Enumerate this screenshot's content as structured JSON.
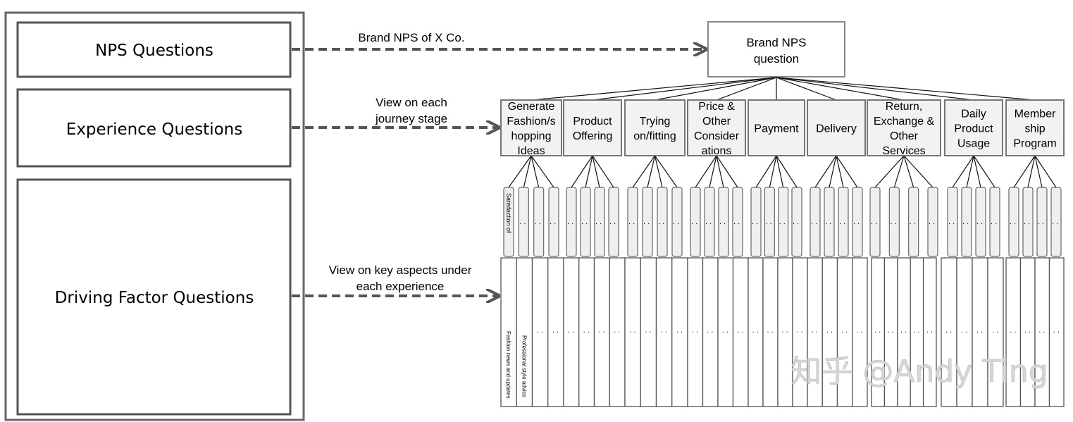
{
  "left_panel": {
    "nps_label": "NPS Questions",
    "experience_label": "Experience Questions",
    "driving_label": "Driving Factor Questions"
  },
  "arrows": {
    "nps_arrow_label": "Brand NPS of X Co.",
    "experience_arrow_label": [
      "View on each",
      "journey stage"
    ],
    "driving_arrow_label": [
      "View on key aspects under",
      "each experience"
    ]
  },
  "root": {
    "label": [
      "Brand NPS",
      "question"
    ]
  },
  "stages": [
    {
      "label": [
        "Generate",
        "Fashion/s",
        "hopping",
        "Ideas"
      ]
    },
    {
      "label": [
        "Product",
        "Offering"
      ]
    },
    {
      "label": [
        "Trying",
        "on/fitting"
      ]
    },
    {
      "label": [
        "Price &",
        "Other",
        "Consider",
        "ations"
      ]
    },
    {
      "label": [
        "Payment"
      ]
    },
    {
      "label": [
        "Delivery"
      ]
    },
    {
      "label": [
        "Return,",
        "Exchange &",
        "Other",
        "Services"
      ]
    },
    {
      "label": [
        "Daily",
        "Product",
        "Usage"
      ]
    },
    {
      "label": [
        "Member",
        "ship",
        "Program"
      ]
    }
  ],
  "sub_items": {
    "first_label": "Satisfaction of",
    "placeholder": ". ."
  },
  "factor_items": {
    "first_label": "Fashion news and updates",
    "second_label": "Professional style advice",
    "placeholder": ". ."
  },
  "watermark": "知乎 @Andy Ting",
  "colors": {
    "border": "#555555",
    "stage_fill": "#f2f2f2",
    "sub_fill": "#efefef",
    "arrow": "#555555",
    "watermark": "#d9d9d9"
  }
}
